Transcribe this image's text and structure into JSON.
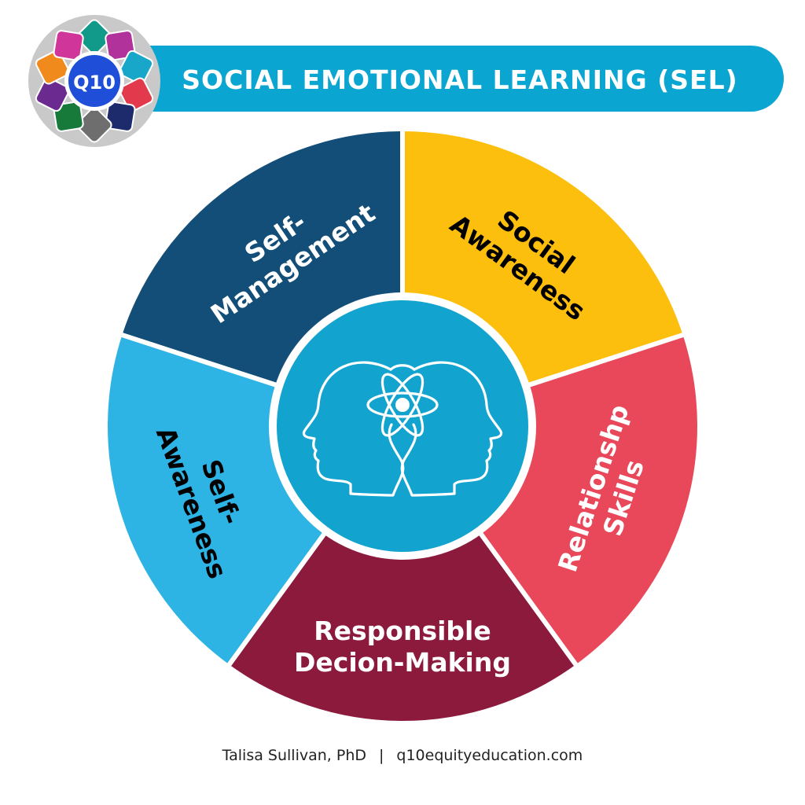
{
  "header": {
    "logo_text": "Q10",
    "title": "SOCIAL EMOTIONAL LEARNING (SEL)"
  },
  "logo_petal_colors": [
    "#119a8a",
    "#b0329a",
    "#19a7c9",
    "#e23a4c",
    "#1d2a6b",
    "#6e6e6e",
    "#177a3a",
    "#6a2a8f",
    "#f08a1d",
    "#d0359a"
  ],
  "segments": [
    {
      "key": "self_management",
      "lines": [
        "Self-",
        "Management"
      ],
      "color": "#134e78",
      "text_color": "#ffffff"
    },
    {
      "key": "social_awareness",
      "lines": [
        "Social",
        "Awareness"
      ],
      "color": "#fcbf0d",
      "text_color": "#000000"
    },
    {
      "key": "relationship_skills",
      "lines": [
        "Relationshp",
        "Skills"
      ],
      "color": "#e8485a",
      "text_color": "#ffffff"
    },
    {
      "key": "responsible_decision_making",
      "lines": [
        "Responsible",
        "Decion-Making"
      ],
      "color": "#8b1a3d",
      "text_color": "#ffffff"
    },
    {
      "key": "self_awareness",
      "lines": [
        "Self-",
        "Awareness"
      ],
      "color": "#2eb3e5",
      "text_color": "#000000"
    }
  ],
  "center": {
    "color": "#12a3cf",
    "icon": "two-heads-atom-icon"
  },
  "banner_color": "#0aa5d0",
  "footer": {
    "author": "Talisa Sullivan, PhD",
    "separator": "|",
    "website": "q10equityeducation.com"
  }
}
